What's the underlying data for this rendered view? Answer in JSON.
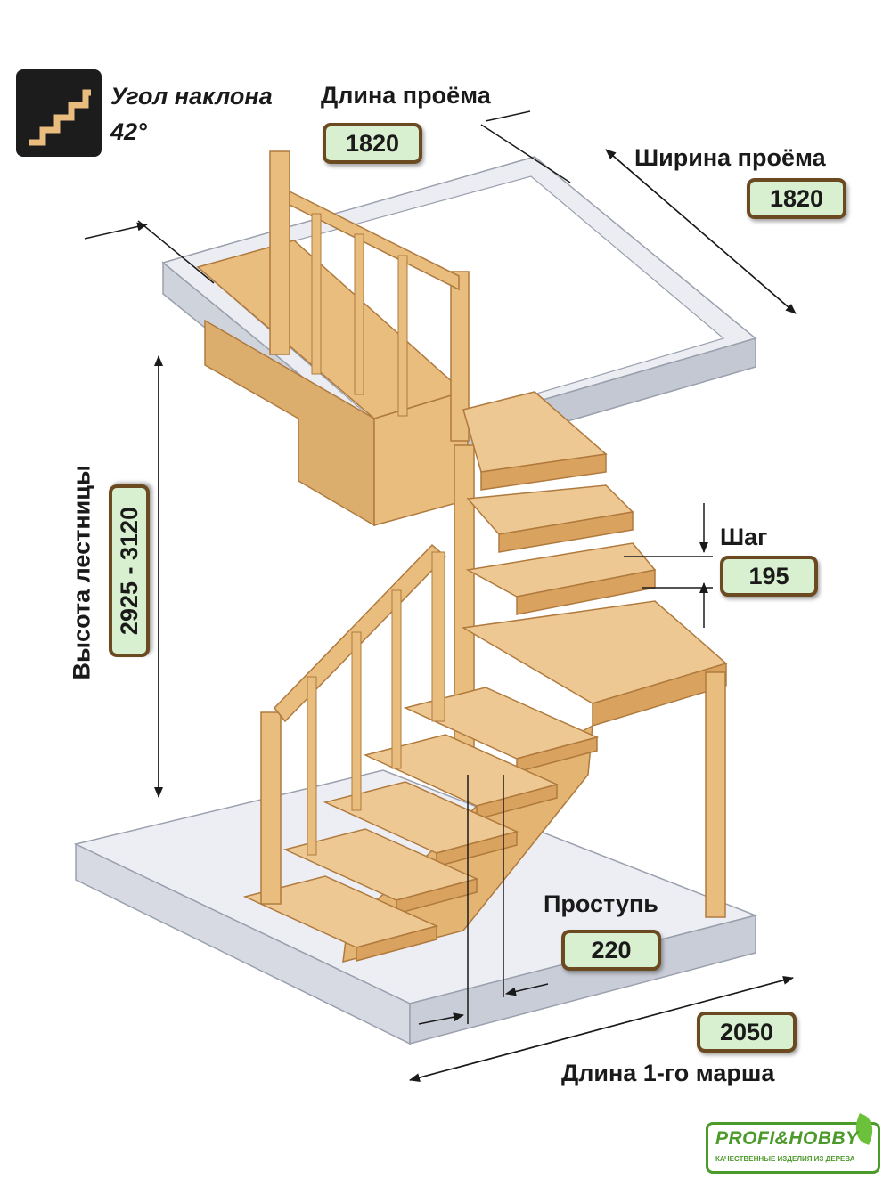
{
  "angle": {
    "label": "Угол наклона",
    "value": "42°"
  },
  "opening_length": {
    "label": "Длина проёма",
    "value": "1820"
  },
  "opening_width": {
    "label": "Ширина проёма",
    "value": "1820"
  },
  "stair_height": {
    "label": "Высота лестницы",
    "value": "2925 - 3120"
  },
  "step_rise": {
    "label": "Шаг",
    "value": "195"
  },
  "tread": {
    "label": "Проступь",
    "value": "220"
  },
  "first_flight_length": {
    "label": "Длина 1-го марша",
    "value": "2050"
  },
  "logo": {
    "name": "PROFI&HOBBY",
    "tagline": "КАЧЕСТВЕННЫЕ ИЗДЕЛИЯ ИЗ ДЕРЕВА"
  },
  "colors": {
    "wood": "#e8bd7e",
    "wood_dark": "#c99352",
    "value_box_fill": "#d8f0cf",
    "value_box_border": "#6b4a22",
    "brand_green": "#4c9a2a"
  }
}
